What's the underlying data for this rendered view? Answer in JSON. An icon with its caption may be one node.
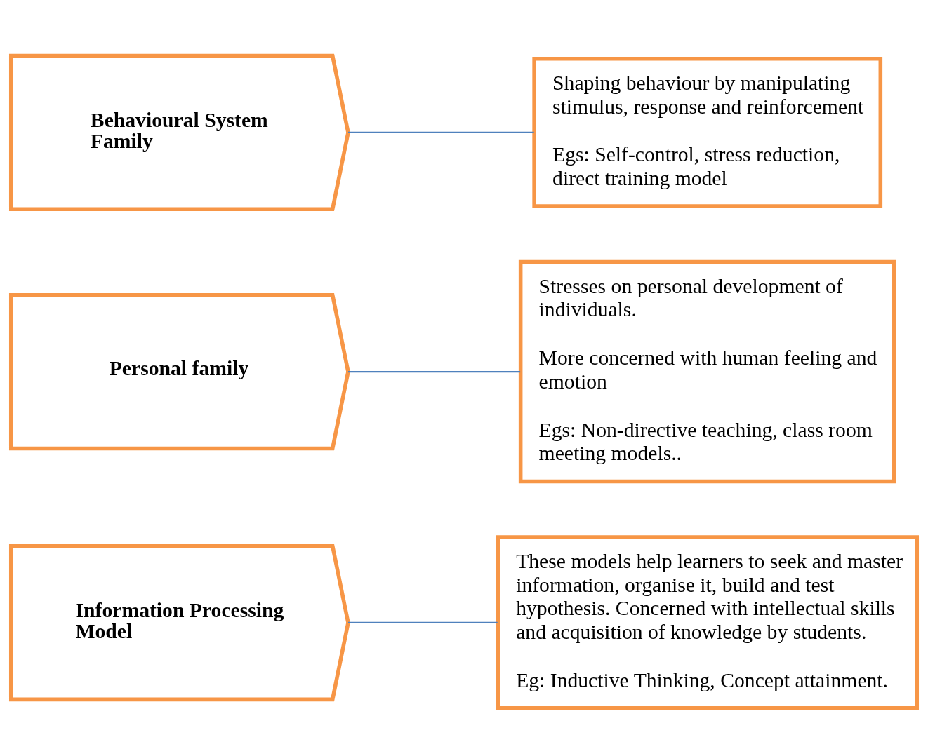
{
  "diagram": {
    "nodes": [
      {
        "text": [
          "Information Processing Model"
        ]
      },
      {
        "text": [
          "These models help learners to seek and master information, organise it, build and test hypothesis. Concerned with intellectual skills and acquisition of knowledge by students.",
          "Eg: Inductive Thinking, Concept attainment."
        ]
      },
      {
        "text": [
          "Personal family"
        ]
      },
      {
        "text": [
          "Stresses on personal development of individuals.",
          "More concerned with human feeling and emotion",
          "Egs: Non-directive teaching, class room meeting models.."
        ]
      },
      {
        "text": [
          "Behavioural System Family"
        ]
      },
      {
        "text": [
          "Shaping behaviour by manipulating stimulus, response and reinforcement",
          "Egs: Self-control, stress reduction, direct training model"
        ]
      }
    ],
    "edges": [
      {
        "from": 0,
        "to": 1,
        "arrow": "none"
      },
      {
        "from": 2,
        "to": 3,
        "arrow": "none"
      },
      {
        "from": 4,
        "to": 5,
        "arrow": "none"
      }
    ]
  }
}
